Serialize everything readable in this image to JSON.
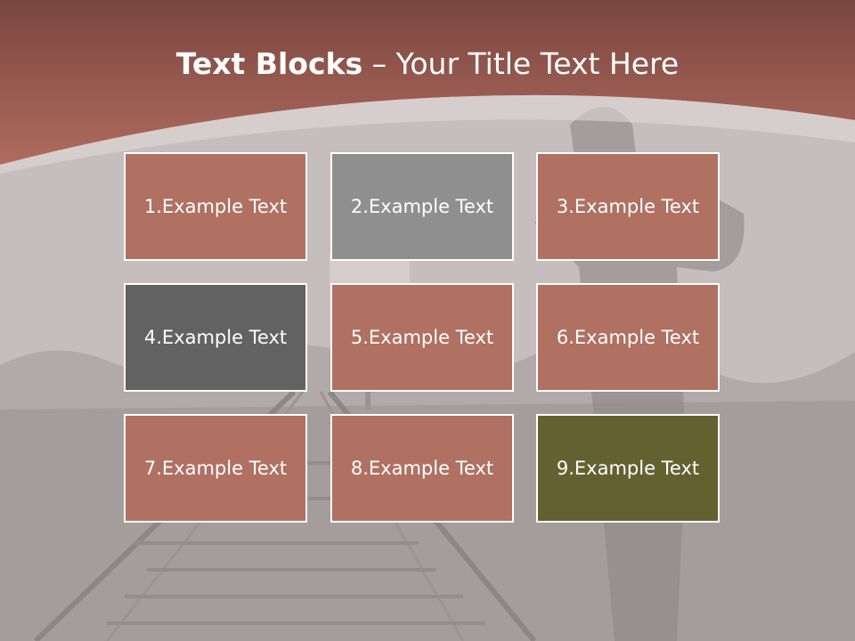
{
  "title": {
    "bold": "Text Blocks",
    "dash": " – ",
    "rest": "Your Title Text Here"
  },
  "colors": {
    "header": "#a85f52",
    "header_dark": "#7a463f",
    "block_default": "#b07062",
    "block_gray": "#8f8f8f",
    "block_dark_gray": "#626262",
    "block_olive": "#646130"
  },
  "blocks": [
    {
      "label": "1.Example Text",
      "color": "#b07062"
    },
    {
      "label": "2.Example Text",
      "color": "#8f8f8f"
    },
    {
      "label": "3.Example Text",
      "color": "#b07062"
    },
    {
      "label": "4.Example Text",
      "color": "#626262"
    },
    {
      "label": "5.Example Text",
      "color": "#b07062"
    },
    {
      "label": "6.Example Text",
      "color": "#b07062"
    },
    {
      "label": "7.Example Text",
      "color": "#b07062"
    },
    {
      "label": "8.Example Text",
      "color": "#b07062"
    },
    {
      "label": "9.Example Text",
      "color": "#646130"
    }
  ]
}
